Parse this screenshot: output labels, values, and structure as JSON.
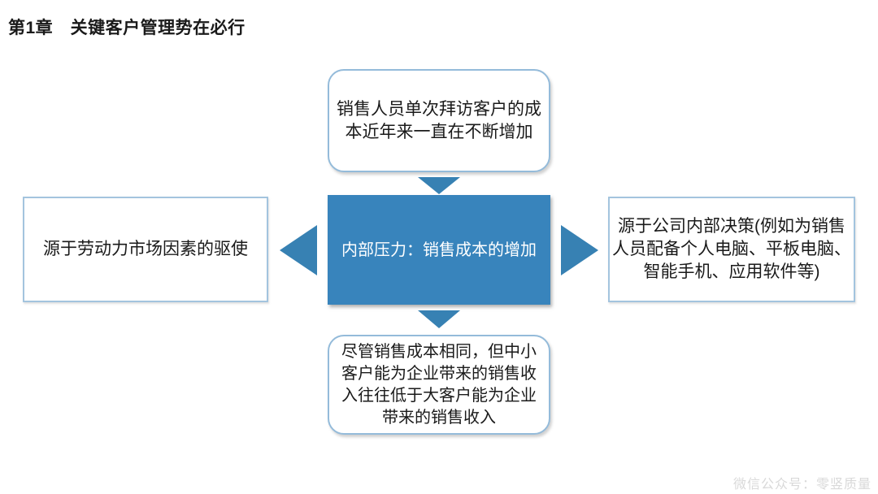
{
  "slide": {
    "title": "第1章　关键客户管理势在必行",
    "watermark": "微信公众号：零竖质量"
  },
  "diagram": {
    "center": {
      "text": "内部压力：销售成本的增加"
    },
    "top": {
      "text": "销售人员单次拜访客户的成\n本近年来一直在不断增加"
    },
    "left": {
      "text": "源于劳动力市场因素的驱使"
    },
    "right": {
      "text": "源于公司内部决策(例如为销售\n人员配备个人电脑、平板电脑、\n智能手机、应用软件等)"
    },
    "bottom": {
      "text": "尽管销售成本相同，但中小\n客户能为企业带来的销售收\n入往往低于大客户能为企业\n带来的销售收入"
    },
    "arrows": [
      "arrow-down-top",
      "arrow-left",
      "arrow-right",
      "arrow-down-bottom"
    ]
  },
  "colors": {
    "center_bg": "#3884bc",
    "center_text": "#ffffff",
    "arrow": "#3781b3",
    "rounded_border": "#94bbda",
    "rect_border": "#a3c4de",
    "title_text": "#1a1a1a",
    "body_text": "#1a1a1a",
    "watermark_text": "#d9d9d9"
  }
}
